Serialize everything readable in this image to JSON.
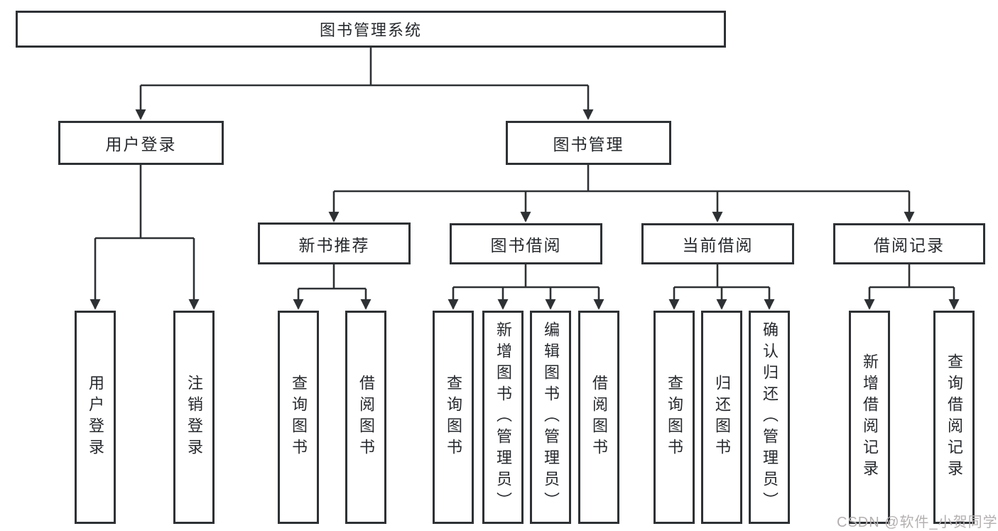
{
  "tree": {
    "label": "图书管理系统",
    "children": [
      {
        "label": "用户登录",
        "children": [
          {
            "label": "用户登录"
          },
          {
            "label": "注销登录"
          }
        ]
      },
      {
        "label": "图书管理",
        "children": [
          {
            "label": "新书推荐",
            "children": [
              {
                "label": "查询图书"
              },
              {
                "label": "借阅图书"
              }
            ]
          },
          {
            "label": "图书借阅",
            "children": [
              {
                "label": "查询图书"
              },
              {
                "label": "新增图书（管理员）"
              },
              {
                "label": "编辑图书（管理员）"
              },
              {
                "label": "借阅图书"
              }
            ]
          },
          {
            "label": "当前借阅",
            "children": [
              {
                "label": "查询图书"
              },
              {
                "label": "归还图书"
              },
              {
                "label": "确认归还（管理员）"
              }
            ]
          },
          {
            "label": "借阅记录",
            "children": [
              {
                "label": "新增借阅记录"
              },
              {
                "label": "查询借阅记录"
              }
            ]
          }
        ]
      }
    ]
  },
  "watermark": "CSDN @软件_小贺同学",
  "colors": {
    "line": "#2e3134",
    "box_border": "#2e3134",
    "text": "#26292d",
    "watermark": "#b5b0b0",
    "background": "#ffffff"
  }
}
